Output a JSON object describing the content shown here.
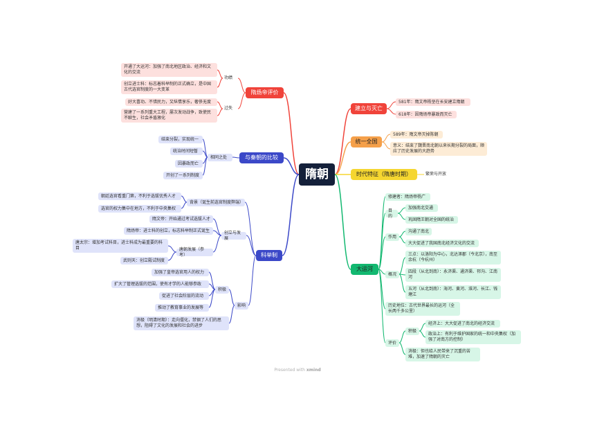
{
  "center": "隋朝",
  "watermark": {
    "prefix": "Presented with",
    "brand": "xmind"
  },
  "branches": {
    "pingjia": {
      "title": "隋炀帝评价",
      "gong_label": "功绩",
      "guo_label": "过失",
      "gong": [
        "开通了大运河：加强了南北地区政治、经济和文化的交流",
        "创立进士科：标志着科举制的正式确立，是中国古代选官制度的一大变革"
      ],
      "guo": [
        "好大喜功、不惜民力，又纵情享乐，奢侈无度",
        "营建了一系列重大工程，屡次发动战争，致使民不聊生，社会矛盾激化"
      ]
    },
    "jianli": {
      "title": "建立与灭亡",
      "items": [
        "581年：隋文帝杨坚在长安建立隋朝",
        "618年：因隋炀帝暴政而灭亡"
      ]
    },
    "tongyi": {
      "title": "统一全国",
      "items": [
        "589年：隋文帝灭掉陈朝",
        "意义：结束了魏晋南北朝以来长期分裂的局面，顺应了历史发展的大趋势"
      ]
    },
    "tezheng": {
      "title": "时代特征（隋唐时期）",
      "items": [
        "繁荣与开放"
      ]
    },
    "bijiao": {
      "title": "与秦朝的比较",
      "sub": "相同之处",
      "items": [
        "结束分裂，实现统一",
        "统治时间短暂",
        "因暴政而亡",
        "开创了一系列制度"
      ]
    },
    "keju": {
      "title": "科举制",
      "beijing_label": "背景（诞生前选官制度弊端）",
      "beijing": [
        "朝廷选官看重门第，不利于选拔优秀人才",
        "选官的权力集中在地方，不利于中央集权"
      ],
      "chuangli_label": "创立与发展",
      "chuangli": [
        "隋文帝：开始通过考试选拔人才",
        "隋炀帝：进士科的创立，标志科举制正式诞生"
      ],
      "tangchao_label": "唐朝发展（参考）",
      "tangchao": [
        "唐太宗：增加考试科目，进士科成为最重要的科目",
        "武则天：创立殿试制度"
      ],
      "yingxiang_label": "影响",
      "jiji_label": "积极",
      "jiji": [
        "加强了皇帝选官用人的权力",
        "扩大了管理选拔的范围，使有才学的人能够参政",
        "促进了社会阶层的流动",
        "推动了教育事业的发展等"
      ],
      "xiaoji": "消极（明清时期）：走向僵化，禁锢了人们的思想，阻碍了文化的发展和社会的进步"
    },
    "yunhe": {
      "title": "大运河",
      "xiujianzhe": "修建者：隋炀帝杨广",
      "mudi_label": "目的",
      "mudi": [
        "加强南北交通",
        "巩固隋王朝对全国的统治"
      ],
      "zuoyong_label": "作用",
      "zuoyong": [
        "沟通了南北",
        "大大促进了我国南北经济文化的交流"
      ],
      "gaikuang_label": "概况",
      "gaikuang": [
        "三点：以洛阳为中心，北达涿郡（今北京），南至余杭（今杭州）",
        "四段（从北到南）：永济渠、通济渠、邗沟、江南河",
        "五河（从北到南）：海河、黄河、淮河、长江、钱塘江"
      ],
      "diwei": "历史地位：古代世界最长的运河（全长两千多公里）",
      "pingjia_label": "评价",
      "jiji_label": "积极",
      "jiji": [
        "经济上：大大促进了南北的经济交流",
        "政治上：有利于维护国家的统一和中央集权（加强了对南方的控制）"
      ],
      "xiaoji": "消极：但也给人民带来了沉重的苦难，加速了隋朝的灭亡"
    }
  },
  "colors": {
    "center": "#14203a",
    "red": "#f0433a",
    "orange": "#f5a04a",
    "yellow": "#f5d630",
    "blue": "#3b48c8",
    "green": "#12b870"
  }
}
